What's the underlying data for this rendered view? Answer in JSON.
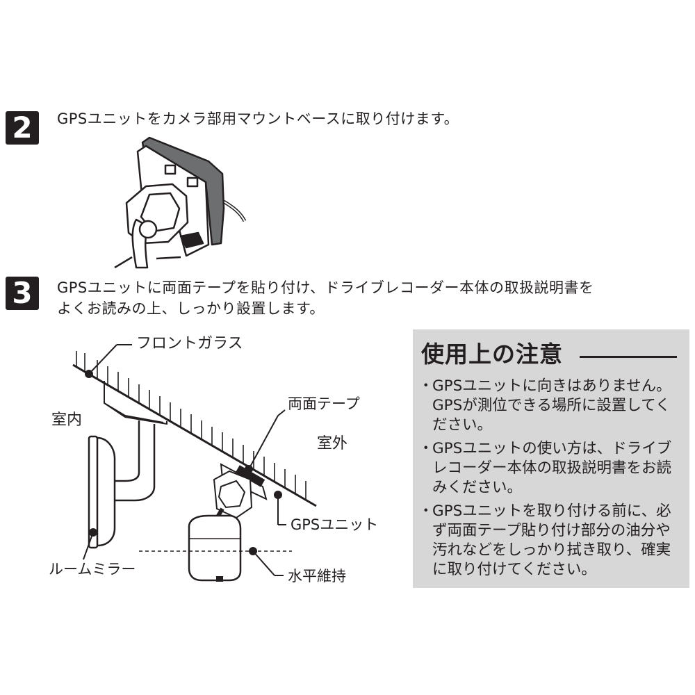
{
  "steps": [
    {
      "number": "2",
      "text": "GPSユニットをカメラ部用マウントベースに取り付けます。"
    },
    {
      "number": "3",
      "line1": "GPSユニットに両面テープを貼り付け、ドライブレコーダー本体の取扱説明書を",
      "line2": "よくお読みの上、しっかり設置します。"
    }
  ],
  "diagram": {
    "labels": {
      "front_glass": "フロントガラス",
      "indoor": "室内",
      "outdoor": "室外",
      "double_tape": "両面テープ",
      "gps_unit": "GPSユニット",
      "room_mirror": "ルームミラー",
      "keep_level": "水平維持"
    }
  },
  "caution": {
    "title": "使用上の注意",
    "items": [
      "GPSユニットに向きはありません。GPSが測位できる場所に設置してください。",
      "GPSユニットの使い方は、ドライブレコーダー本体の取扱説明書をお読みください。",
      "GPSユニットを取り付ける前に、必ず両面テープ貼り付け部分の油分や汚れなどをしっかり拭き取り、確実に取り付けてください。"
    ]
  }
}
